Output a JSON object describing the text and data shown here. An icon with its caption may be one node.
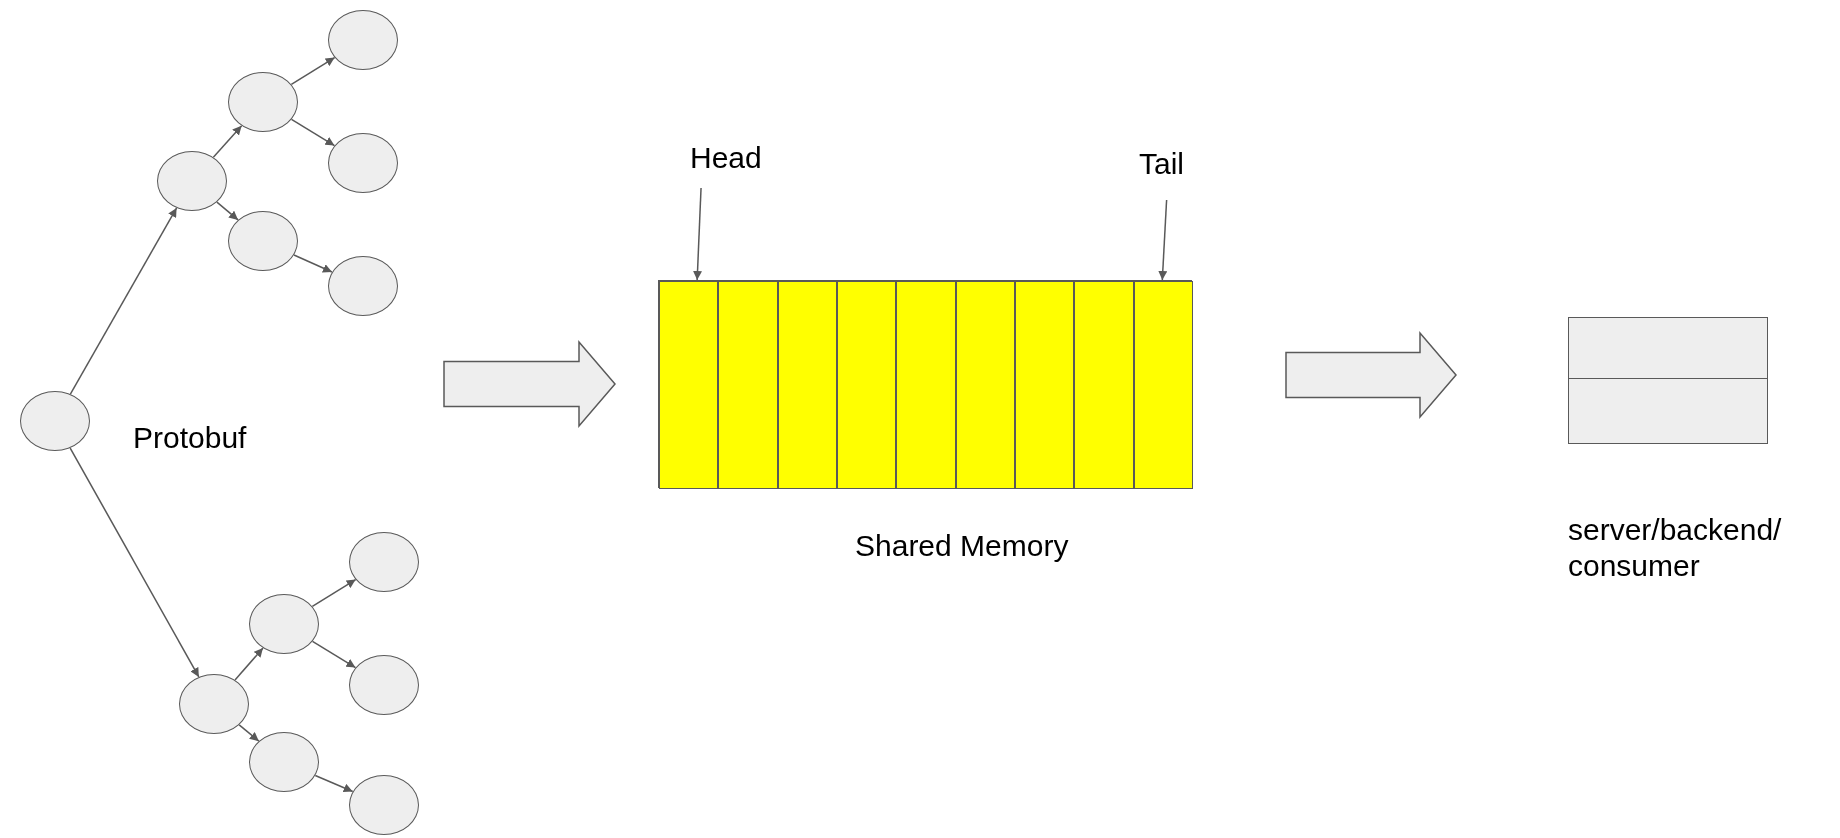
{
  "diagram": {
    "nodes": [
      {
        "text": [],
        "shape": "circle"
      },
      {
        "text": [],
        "shape": "circle"
      },
      {
        "text": [],
        "shape": "circle"
      },
      {
        "text": [],
        "shape": "circle"
      },
      {
        "text": [],
        "shape": "circle"
      },
      {
        "text": [],
        "shape": "circle"
      },
      {
        "text": [],
        "shape": "circle"
      },
      {
        "text": [],
        "shape": "circle"
      },
      {
        "text": [],
        "shape": "circle"
      },
      {
        "text": [],
        "shape": "circle"
      },
      {
        "text": [],
        "shape": "circle"
      },
      {
        "text": [],
        "shape": "circle"
      },
      {
        "text": [],
        "shape": "circle"
      },
      {
        "text": [
          "Head"
        ]
      },
      {
        "text": [
          "Tail"
        ]
      },
      {
        "text": [],
        "shape": "box",
        "beside": [
          "Shared Memory"
        ]
      },
      {
        "text": [],
        "shape": "box",
        "in": 15
      },
      {
        "text": [],
        "shape": "box",
        "in": 15
      },
      {
        "text": [],
        "shape": "box",
        "in": 15
      },
      {
        "text": [],
        "shape": "box",
        "in": 15
      },
      {
        "text": [],
        "shape": "box",
        "in": 15
      },
      {
        "text": [],
        "shape": "box",
        "in": 15
      },
      {
        "text": [],
        "shape": "box",
        "in": 15
      },
      {
        "text": [],
        "shape": "box",
        "in": 15
      },
      {
        "text": [],
        "shape": "box",
        "in": 15
      },
      {
        "text": [],
        "shape": "box",
        "beside": [
          "server/backend/ consumer"
        ]
      }
    ],
    "edges": [
      {
        "from": 0,
        "to": 1,
        "arrow": "to"
      },
      {
        "from": 1,
        "to": 2,
        "arrow": "to"
      },
      {
        "from": 2,
        "to": 3,
        "arrow": "to"
      },
      {
        "from": 2,
        "to": 4,
        "arrow": "to"
      },
      {
        "from": 1,
        "to": 5,
        "arrow": "to"
      },
      {
        "from": 5,
        "to": 6,
        "arrow": "to"
      },
      {
        "from": 0,
        "to": 7,
        "arrow": "to"
      },
      {
        "from": 7,
        "to": 8,
        "arrow": "to"
      },
      {
        "from": 8,
        "to": 9,
        "arrow": "to"
      },
      {
        "from": 8,
        "to": 10,
        "arrow": "to"
      },
      {
        "from": 7,
        "to": 11,
        "arrow": "to"
      },
      {
        "from": 11,
        "to": 12,
        "arrow": "to"
      },
      {
        "from": 13,
        "to": 16,
        "arrow": "to"
      },
      {
        "from": 14,
        "to": 24,
        "arrow": "to"
      },
      {
        "from": null,
        "to": 15,
        "arrow": "to",
        "style": "thick"
      },
      {
        "from": 15,
        "to": 25,
        "arrow": "to",
        "style": "thick"
      }
    ],
    "labels": [
      "Protobuf"
    ]
  }
}
